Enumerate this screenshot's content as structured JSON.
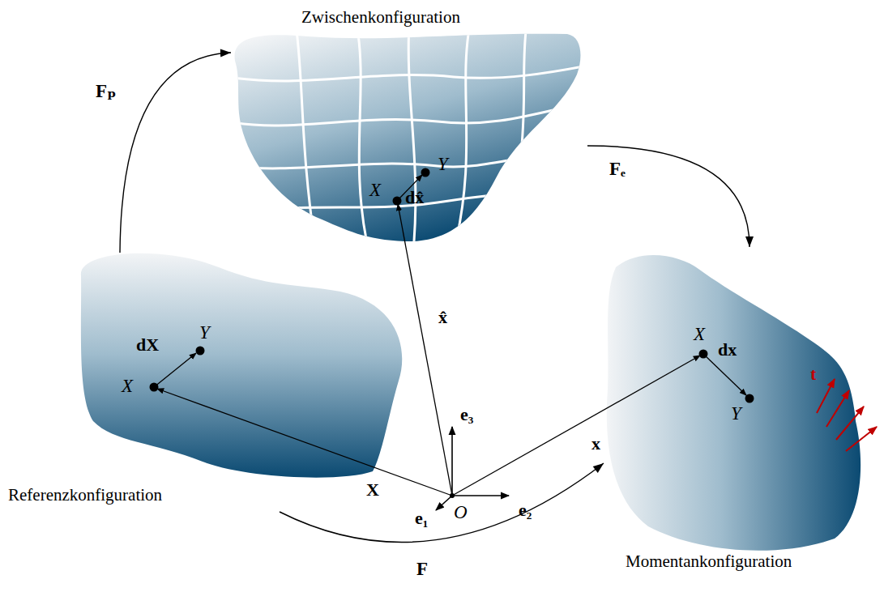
{
  "diagram": {
    "nodes": [
      {
        "text": [
          "Zwischenkonfiguration",
          "X",
          "Y",
          "dx̂"
        ]
      },
      {
        "text": [
          "Referenzkonfiguration",
          "X",
          "Y",
          "dX"
        ]
      },
      {
        "text": [
          "Momentankonfiguration",
          "X",
          "Y",
          "dx"
        ]
      }
    ],
    "edges": [
      {
        "from": 1,
        "to": 0,
        "arrow": "to",
        "label": "Fₚ"
      },
      {
        "from": 0,
        "to": 2,
        "arrow": "to",
        "label": "Fₑ"
      },
      {
        "from": 1,
        "to": 2,
        "arrow": "to",
        "label": "F"
      }
    ],
    "labels": [
      "X",
      "x̂",
      "x",
      "e₃",
      "e₂",
      "e₁",
      "O",
      "t"
    ]
  }
}
